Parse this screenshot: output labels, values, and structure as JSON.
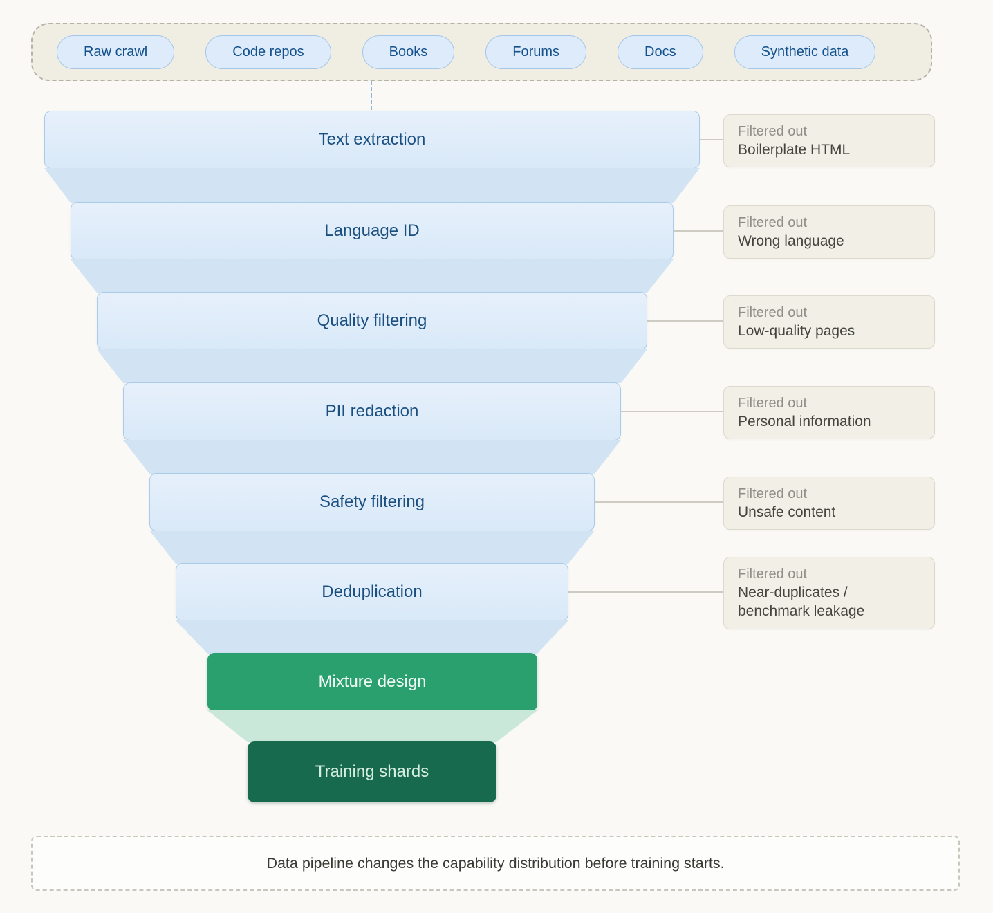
{
  "sources": {
    "items": [
      "Raw crawl",
      "Code repos",
      "Books",
      "Forums",
      "Docs",
      "Synthetic data"
    ]
  },
  "funnel": {
    "stages": [
      {
        "label": "Text extraction",
        "filtered_title": "Filtered out",
        "filtered_detail": "Boilerplate HTML"
      },
      {
        "label": "Language ID",
        "filtered_title": "Filtered out",
        "filtered_detail": "Wrong language"
      },
      {
        "label": "Quality filtering",
        "filtered_title": "Filtered out",
        "filtered_detail": "Low-quality pages"
      },
      {
        "label": "PII redaction",
        "filtered_title": "Filtered out",
        "filtered_detail": "Personal information"
      },
      {
        "label": "Safety filtering",
        "filtered_title": "Filtered out",
        "filtered_detail": "Unsafe content"
      },
      {
        "label": "Deduplication",
        "filtered_title": "Filtered out",
        "filtered_detail": "Near-duplicates / benchmark leakage"
      }
    ],
    "outputs": [
      {
        "label": "Mixture design"
      },
      {
        "label": "Training shards"
      }
    ]
  },
  "caption": "Data pipeline changes the capability distribution before training starts.",
  "colors": {
    "page-bg": "#faf9f5",
    "panel-bg": "#f0ede3",
    "panel-border": "#b5b2a8",
    "pill-bg": "#ddebfa",
    "pill-border": "#a3c6e9",
    "pill-text": "#14518c",
    "stage-bg-top": "#e6f0fb",
    "stage-bg-bottom": "#d9e9f8",
    "stage-border": "#abcbea",
    "stage-text": "#1b4f80",
    "funnel-connector": "#d2e4f4",
    "green": "#29a06d",
    "green-dark": "#186a4e",
    "green-connector": "#c9e8d9",
    "green-text": "#f2faf6",
    "green-dark-text": "#d6eee2",
    "note-bg": "#f1efe6",
    "note-border": "#dcd9cd",
    "note-title": "#8f8f88",
    "note-text": "#45453f",
    "line": "#cdcbc2",
    "dash-blue": "#8fb6dc",
    "caption-bg": "#fdfdfb",
    "caption-border": "#c9c6bc",
    "caption-text": "#3a3a35"
  }
}
